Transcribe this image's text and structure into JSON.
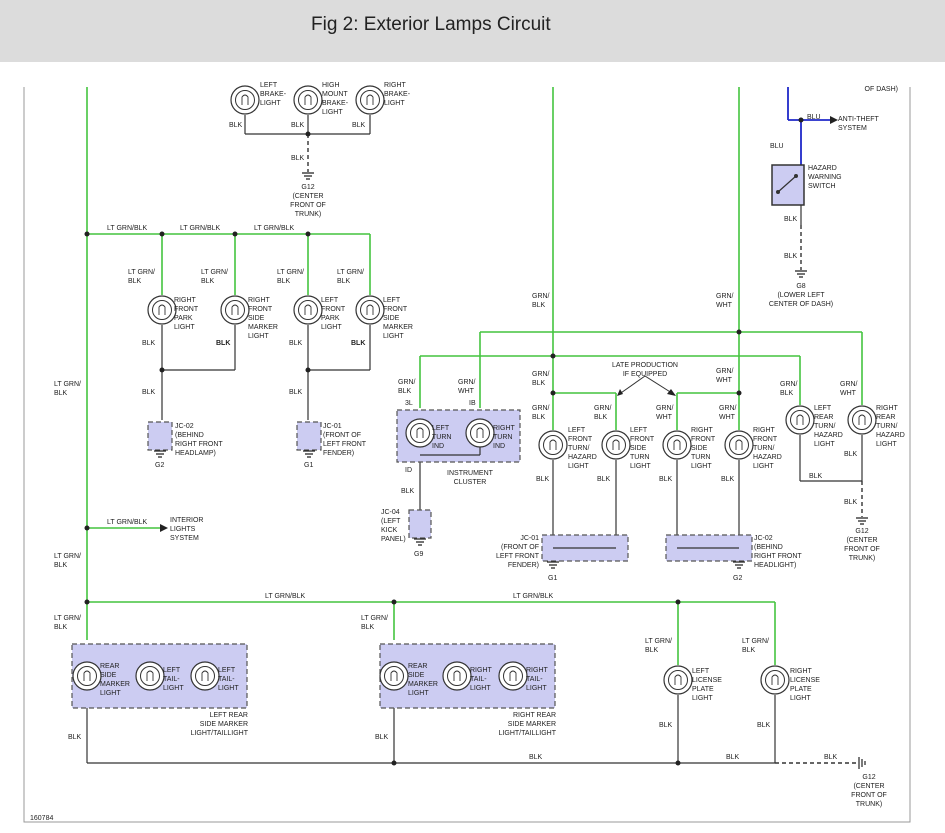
{
  "header": {
    "title": "Fig 2: Exterior Lamps Circuit"
  },
  "diagram": {
    "figure_id": "160784",
    "colors": {
      "green_wire": "#44c43f",
      "black_wire": "#333333",
      "blue_wire": "#1f28c9",
      "connector_fill": "#ccccf2",
      "header_bg": "#dcdcdc"
    },
    "wires": {
      "blk": "BLK",
      "blu": "BLU",
      "lt_grn_blk": "LT GRN/BLK",
      "lt_grn": "LT GRN/",
      "blk_frac": "BLK",
      "grn": "GRN/",
      "wht": "WHT",
      "grn_blk": "GRN/BLK",
      "grn_wht": "GRN/WHT",
      "lt_grn_blk_2line": [
        "LT GRN/",
        "BLK"
      ],
      "grn_blk_2line": [
        "GRN/",
        "BLK"
      ],
      "grn_wht_2line": [
        "GRN/",
        "WHT"
      ]
    },
    "top_lamps": {
      "left": [
        "LEFT",
        "BRAKE-",
        "LIGHT"
      ],
      "center": [
        "HIGH",
        "MOUNT",
        "BRAKE-",
        "LIGHT"
      ],
      "right": [
        "RIGHT",
        "BRAKE-",
        "LIGHT"
      ]
    },
    "grounds": {
      "g12_top": [
        "G12",
        "(CENTER",
        "FRONT OF",
        "TRUNK)"
      ],
      "g8": [
        "G8",
        "(LOWER LEFT",
        "CENTER OF DASH)"
      ],
      "g12_right": [
        "G12",
        "(CENTER",
        "FRONT OF",
        "TRUNK)"
      ],
      "g12_bottom": [
        "G12",
        "(CENTER",
        "FRONT OF",
        "TRUNK)"
      ],
      "g1": "G1",
      "g2": "G2",
      "g9": "G9"
    },
    "front_lamps": {
      "right_park": [
        "RIGHT",
        "FRONT",
        "PARK",
        "LIGHT"
      ],
      "right_side_marker": [
        "RIGHT",
        "FRONT",
        "SIDE",
        "MARKER",
        "LIGHT"
      ],
      "left_park": [
        "LEFT",
        "FRONT",
        "PARK",
        "LIGHT"
      ],
      "left_side_marker": [
        "LEFT",
        "FRONT",
        "SIDE",
        "MARKER",
        "LIGHT"
      ]
    },
    "junctions": {
      "jc02_left": [
        "JC-02",
        "(BEHIND",
        "RIGHT FRONT",
        "HEADLAMP)"
      ],
      "jc01_left": [
        "JC-01",
        "(FRONT OF",
        "LEFT FRONT",
        "FENDER)"
      ],
      "jc04": [
        "JC-04",
        "(LEFT",
        "KICK",
        "PANEL)"
      ],
      "jc01_right": [
        "JC-01",
        "(FRONT OF",
        "LEFT FRONT",
        "FENDER)"
      ],
      "jc02_right": [
        "JC-02",
        "(BEHIND",
        "RIGHT FRONT",
        "HEADLIGHT)"
      ]
    },
    "dash": {
      "of_dash": "OF DASH)",
      "anti_theft": [
        "ANTI-THEFT",
        "SYSTEM"
      ],
      "hazard_switch": [
        "HAZARD",
        "WARNING",
        "SWITCH"
      ],
      "interior_lights": [
        "INTERIOR",
        "LIGHTS",
        "SYSTEM"
      ],
      "instrument_cluster": [
        "INSTRUMENT",
        "CLUSTER"
      ],
      "left_turn_ind": [
        "LEFT",
        "TURN",
        "IND"
      ],
      "right_turn_ind": [
        "RIGHT",
        "TURN",
        "IND"
      ],
      "pin_3l": "3L",
      "pin_ib": "IB",
      "pin_id": "ID"
    },
    "turn_lamps": {
      "late_production": [
        "LATE PRODUCTION",
        "IF EQUIPPED"
      ],
      "left_front_turn": [
        "LEFT",
        "FRONT",
        "TURN/",
        "HAZARD",
        "LIGHT"
      ],
      "left_front_side_turn": [
        "LEFT",
        "FRONT",
        "SIDE",
        "TURN",
        "LIGHT"
      ],
      "right_front_side_turn": [
        "RIGHT",
        "FRONT",
        "SIDE",
        "TURN",
        "LIGHT"
      ],
      "right_front_turn": [
        "RIGHT",
        "FRONT",
        "TURN/",
        "HAZARD",
        "LIGHT"
      ],
      "left_rear_turn": [
        "LEFT",
        "REAR",
        "TURN/",
        "HAZARD",
        "LIGHT"
      ],
      "right_rear_turn": [
        "RIGHT",
        "REAR",
        "TURN/",
        "HAZARD",
        "LIGHT"
      ]
    },
    "rear_lamps": {
      "rear_side_marker": [
        "REAR",
        "SIDE",
        "MARKER",
        "LIGHT"
      ],
      "left_tail": [
        "LEFT",
        "TAIL-",
        "LIGHT"
      ],
      "right_tail": [
        "RIGHT",
        "TAIL-",
        "LIGHT"
      ],
      "left_assembly": [
        "LEFT REAR",
        "SIDE MARKER",
        "LIGHT/TAILLIGHT"
      ],
      "right_assembly": [
        "RIGHT REAR",
        "SIDE MARKER",
        "LIGHT/TAILLIGHT"
      ],
      "left_license": [
        "LEFT",
        "LICENSE",
        "PLATE",
        "LIGHT"
      ],
      "right_license": [
        "RIGHT",
        "LICENSE",
        "PLATE",
        "LIGHT"
      ]
    }
  }
}
